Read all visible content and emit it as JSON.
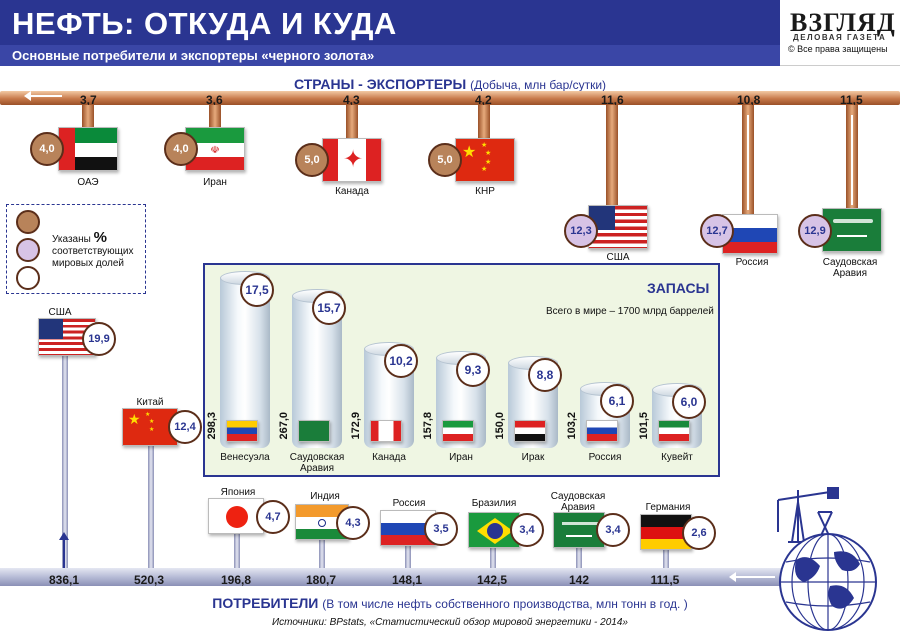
{
  "header": {
    "title": "НЕФТЬ: ОТКУДА И КУДА",
    "subtitle": "Основные потребители и экспортеры «черного золота»"
  },
  "logo": {
    "name": "ВЗГЛЯД",
    "tagline": "ДЕЛОВАЯ ГАЗЕТА",
    "copyright": "Все права защищены"
  },
  "exporters": {
    "heading": "СТРАНЫ - ЭКСПОРТЕРЫ",
    "unit": "(Добыча, млн бар/сутки)",
    "items": [
      {
        "country": "ОАЭ",
        "production": "3,7",
        "share": "4,0"
      },
      {
        "country": "Иран",
        "production": "3,6",
        "share": "4,0"
      },
      {
        "country": "Канада",
        "production": "4,3",
        "share": "5,0"
      },
      {
        "country": "КНР",
        "production": "4,2",
        "share": "5,0"
      },
      {
        "country": "США",
        "production": "11,6",
        "share": "12,3"
      },
      {
        "country": "Россия",
        "production": "10,8",
        "share": "12,7"
      },
      {
        "country": "Саудовская Аравия",
        "production": "11,5",
        "share": "12,9"
      }
    ]
  },
  "legend": {
    "line1": "Указаны",
    "percent": "%",
    "line2": "соответствующих",
    "line3": "мировых долей"
  },
  "reserves": {
    "heading": "ЗАПАСЫ",
    "total": "Всего в мире – 1700 млрд баррелей",
    "items": [
      {
        "country": "Венесуэла",
        "volume": 298.3,
        "volume_label": "298,3",
        "share": "17,5"
      },
      {
        "country": "Саудовская Аравия",
        "volume": 267.0,
        "volume_label": "267,0",
        "share": "15,7"
      },
      {
        "country": "Канада",
        "volume": 172.9,
        "volume_label": "172,9",
        "share": "10,2"
      },
      {
        "country": "Иран",
        "volume": 157.8,
        "volume_label": "157,8",
        "share": "9,3"
      },
      {
        "country": "Ирак",
        "volume": 150.0,
        "volume_label": "150,0",
        "share": "8,8"
      },
      {
        "country": "Россия",
        "volume": 103.2,
        "volume_label": "103,2",
        "share": "6,1"
      },
      {
        "country": "Кувейт",
        "volume": 101.5,
        "volume_label": "101,5",
        "share": "6,0"
      }
    ]
  },
  "consumers": {
    "heading": "ПОТРЕБИТЕЛИ",
    "unit": "(В том числе нефть собственного производства, млн тонн в год. )",
    "items": [
      {
        "country": "США",
        "consumption": "836,1",
        "share": "19,9"
      },
      {
        "country": "Китай",
        "consumption": "520,3",
        "share": "12,4"
      },
      {
        "country": "Япония",
        "consumption": "196,8",
        "share": "4,7"
      },
      {
        "country": "Индия",
        "consumption": "180,7",
        "share": "4,3"
      },
      {
        "country": "Россия",
        "consumption": "148,1",
        "share": "3,5"
      },
      {
        "country": "Бразилия",
        "consumption": "142,5",
        "share": "3,4"
      },
      {
        "country": "Саудовская Аравия",
        "consumption": "142",
        "share": "3,4"
      },
      {
        "country": "Германия",
        "consumption": "111,5",
        "share": "2,6"
      }
    ]
  },
  "source": "Источники: BPstats, «Статистический обзор мировой энергетики - 2014»",
  "colors": {
    "brand_blue": "#2a3591",
    "pipe_copper": "#c7794a",
    "reserves_bg": "#eff6e3"
  }
}
